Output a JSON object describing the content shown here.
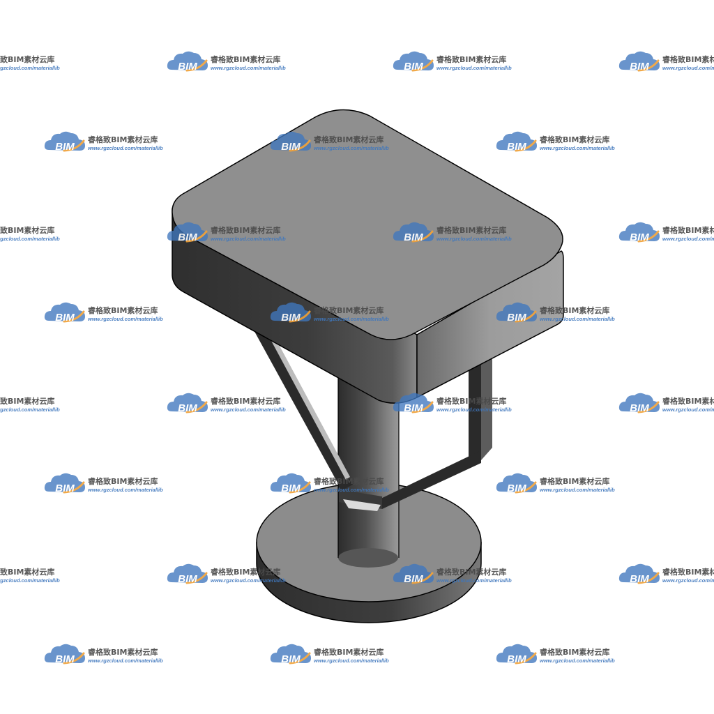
{
  "watermark": {
    "logo_text": "BIM",
    "name": "睿格致BIM素材云库",
    "url": "www.rgzcloud.com/materiallib",
    "icon": "cloud-logo-icon",
    "colors": {
      "blue": "#3f77bd",
      "orange": "#f0a23a",
      "text": "#4a4a4a"
    }
  },
  "object": {
    "icon": "stool-3d-model",
    "colors": {
      "top": "#8f8f8f",
      "side_dark": "#3a3a3a",
      "side_light": "#9a9a9a",
      "pole": "#6e6e6e",
      "base_top": "#8c8c8c",
      "frame": "#2a2a2a",
      "outline": "#000000"
    }
  }
}
